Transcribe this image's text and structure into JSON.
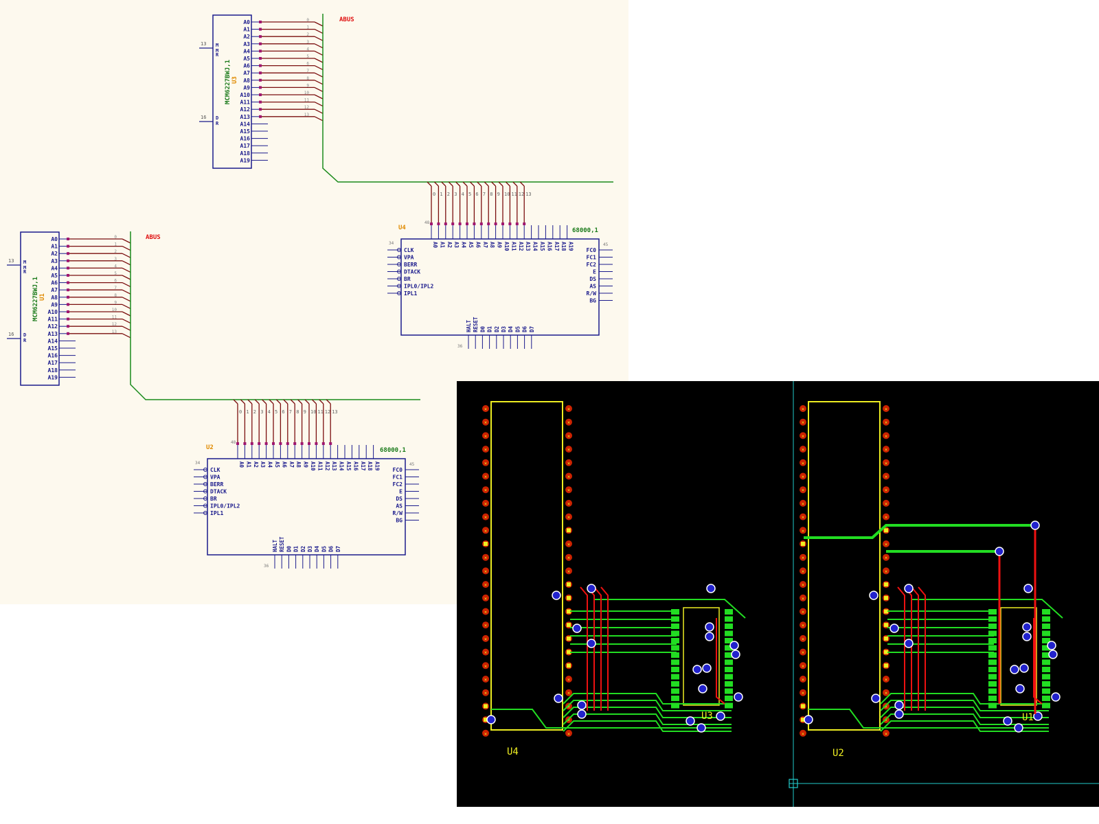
{
  "colors": {
    "schematic_bg": "#fdf9ee",
    "component_outline": "#1a1a8c",
    "pin_wire": "#7a0e0e",
    "pin_dot": "#a0166e",
    "bus_wire": "#1a8a1a",
    "part_value": "#1a7a1a",
    "ref_des": "#e08a00",
    "net_label": "#e01010",
    "pcb_bg": "#000000",
    "pcb_top_trace": "#22dd22",
    "pcb_bottom_trace": "#ee1111",
    "pcb_silkscreen": "#eeee22",
    "pcb_via": "#2222cc",
    "pcb_grid_line": "#22cccc"
  },
  "schematic": {
    "eprom_pins": [
      "A0",
      "A1",
      "A2",
      "A3",
      "A4",
      "A5",
      "A6",
      "A7",
      "A8",
      "A9",
      "A10",
      "A11",
      "A12",
      "A13",
      "A14",
      "A15",
      "A16",
      "A17",
      "A18",
      "A19"
    ],
    "eprom_side_pins": [
      "M",
      "M",
      "R",
      "D",
      "R"
    ],
    "eprom_pin_numbers": {
      "top": "13",
      "bottom": "16"
    },
    "cpu_top_pins": [
      "A0",
      "A1",
      "A2",
      "A3",
      "A4",
      "A5",
      "A6",
      "A7",
      "A8",
      "A9",
      "A10",
      "A11",
      "A12",
      "A13",
      "A14",
      "A15",
      "A16",
      "A17",
      "A18",
      "A19"
    ],
    "cpu_left_pins": [
      "CLK",
      "VPA",
      "BERR",
      "DTACK",
      "BR",
      "IPL0/IPL2",
      "IPL1"
    ],
    "cpu_right_pins": [
      "FC0",
      "FC1",
      "FC2",
      "E",
      "DS",
      "AS",
      "R/W",
      "BG"
    ],
    "cpu_bottom_pins": [
      "HALT",
      "RESET",
      "D0",
      "D1",
      "D2",
      "D3",
      "D4",
      "D5",
      "D6",
      "D7"
    ],
    "cpu_pin_numbers": {
      "top": "48",
      "left": "34",
      "right": "45",
      "bottom": "36"
    },
    "bus_entry_numbers": [
      "0",
      "1",
      "2",
      "3",
      "4",
      "5",
      "6",
      "7",
      "8",
      "9",
      "10",
      "11",
      "12",
      "13"
    ],
    "net_label": "ABUS",
    "eprom_upper": {
      "value": "MCM6227BWJ,1",
      "ref": "U3"
    },
    "eprom_lower": {
      "value": "MCM6227BWJ,1",
      "ref": "U1"
    },
    "cpu_upper": {
      "value": "68000,1",
      "ref": "U4"
    },
    "cpu_lower": {
      "value": "68000,1",
      "ref": "U2"
    }
  },
  "pcb": {
    "labels": {
      "cpu_left": "U4",
      "cpu_right": "U2",
      "eprom_left": "U3",
      "eprom_right": "U1"
    }
  }
}
